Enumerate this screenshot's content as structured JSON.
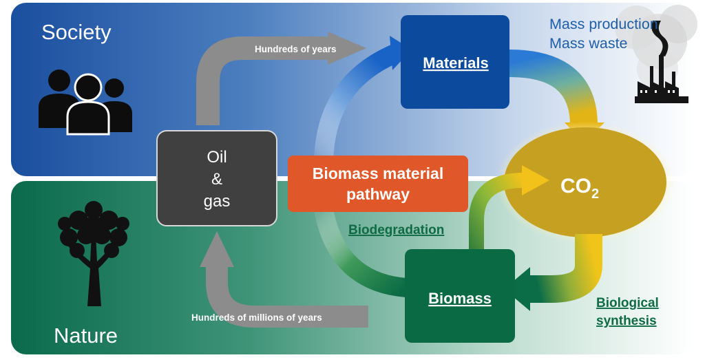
{
  "regions": {
    "society": "Society",
    "nature": "Nature"
  },
  "boxes": {
    "materials": "Materials",
    "oil_gas": [
      "Oil",
      "&",
      "gas"
    ],
    "biomass_pathway": [
      "Biomass material",
      "pathway"
    ],
    "biomass": "Biomass",
    "co2_main": "CO",
    "co2_sub": "2"
  },
  "labels": {
    "hundreds_of_years": "Hundreds of years",
    "hundreds_of_millions": "Hundreds of millions of years",
    "mass_production": "Mass production",
    "mass_waste": "Mass waste",
    "biodegradation": "Biodegradation",
    "biological_synthesis": [
      "Biological",
      "synthesis"
    ]
  },
  "icons": [
    "people-icon",
    "tree-icon",
    "factory-icon"
  ],
  "colors": {
    "society_blue": "#1d56a6",
    "nature_green": "#0b6e4f",
    "materials_box": "#0b4a9c",
    "oil_box": "#404040",
    "pathway_box": "#e0582a",
    "biomass_box": "#0a6a44",
    "co2_gold": "#c9a21a",
    "link_green": "#0e6b45",
    "mass_text": "#1f5ea8"
  }
}
